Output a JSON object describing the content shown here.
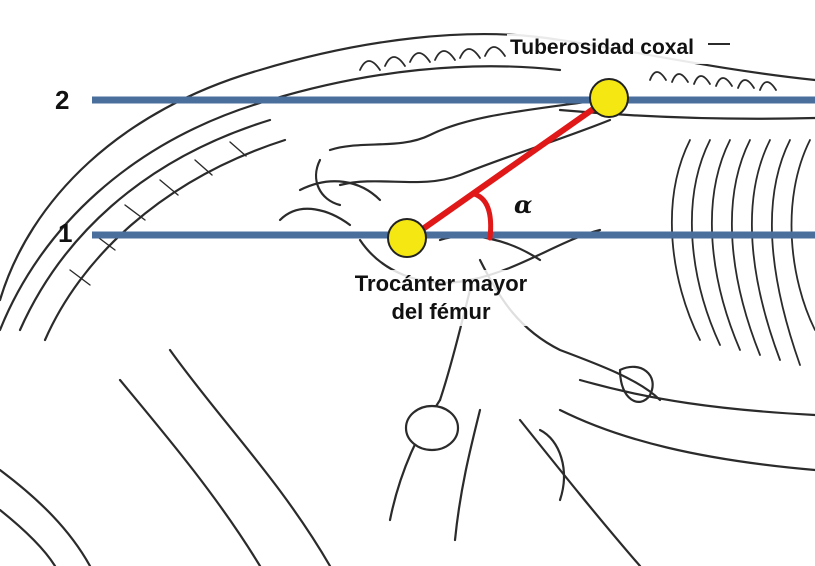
{
  "lines": {
    "line1_number": "1",
    "line2_number": "2",
    "line_color": "#4a6f9c"
  },
  "points": {
    "upper_label": "Tuberosidad coxal",
    "lower_label_line1": "Trocánter mayor",
    "lower_label_line2": "del fémur",
    "point_color": "#f5e812"
  },
  "angle": {
    "symbol": "α",
    "segment_color": "#e01818"
  },
  "background": {
    "description_icon": "skeleton-illustration"
  }
}
